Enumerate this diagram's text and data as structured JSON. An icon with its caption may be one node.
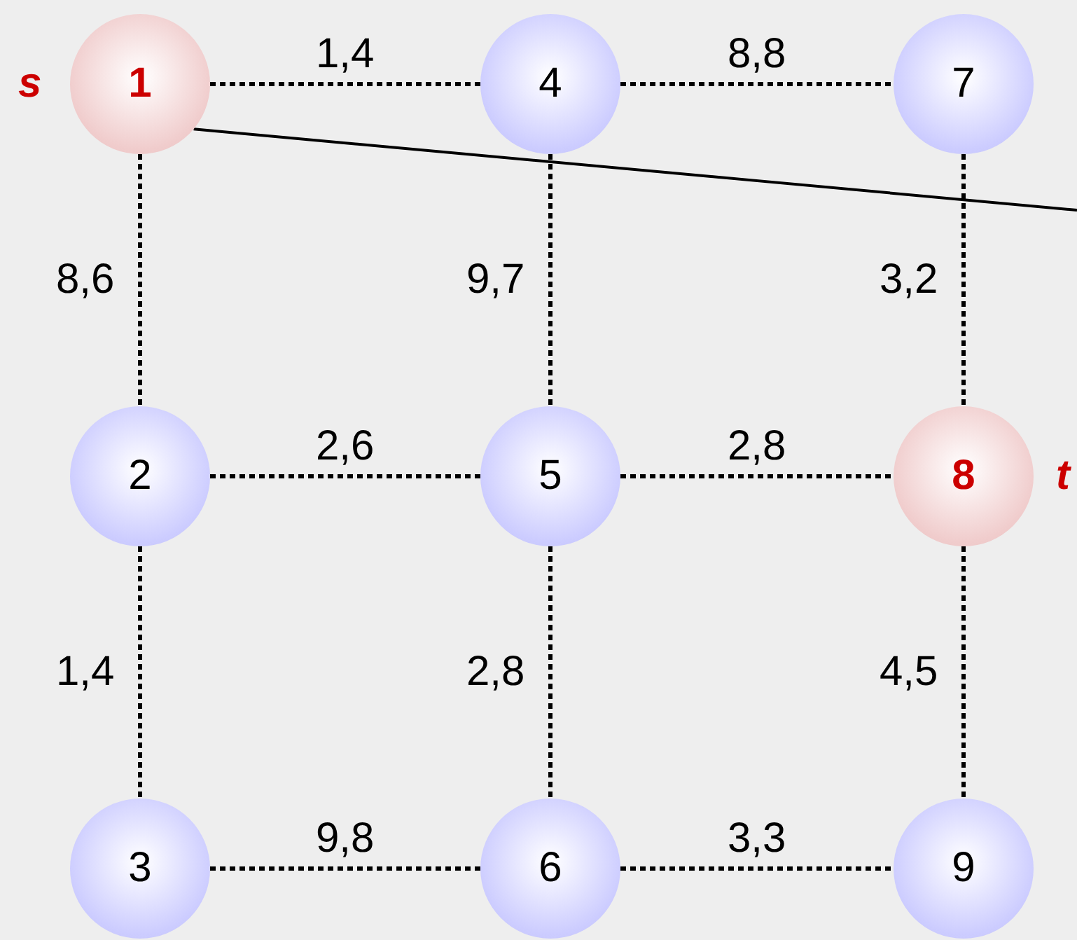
{
  "diagram": {
    "nodes": [
      {
        "text": [
          "1"
        ],
        "beside": [
          "s"
        ]
      },
      {
        "text": [
          "4"
        ]
      },
      {
        "text": [
          "7"
        ]
      },
      {
        "text": [
          "2"
        ]
      },
      {
        "text": [
          "5"
        ]
      },
      {
        "text": [
          "8"
        ],
        "beside": [
          "t"
        ]
      },
      {
        "text": [
          "3"
        ]
      },
      {
        "text": [
          "6"
        ]
      },
      {
        "text": [
          "9"
        ]
      }
    ],
    "edges": [
      {
        "from": 0,
        "to": 1,
        "arrow": "none",
        "label": "1,4",
        "style": "dashed"
      },
      {
        "from": 1,
        "to": 2,
        "arrow": "none",
        "label": "8,8",
        "style": "dashed"
      },
      {
        "from": 0,
        "to": 3,
        "arrow": "none",
        "label": "8,6",
        "style": "dashed"
      },
      {
        "from": 1,
        "to": 4,
        "arrow": "none",
        "label": "9,7",
        "style": "dashed"
      },
      {
        "from": 2,
        "to": 5,
        "arrow": "none",
        "label": "3,2",
        "style": "dashed"
      },
      {
        "from": 3,
        "to": 4,
        "arrow": "none",
        "label": "2,6",
        "style": "dashed"
      },
      {
        "from": 4,
        "to": 5,
        "arrow": "none",
        "label": "2,8",
        "style": "dashed"
      },
      {
        "from": 3,
        "to": 6,
        "arrow": "none",
        "label": "1,4",
        "style": "dashed"
      },
      {
        "from": 4,
        "to": 7,
        "arrow": "none",
        "label": "2,8",
        "style": "dashed"
      },
      {
        "from": 5,
        "to": 8,
        "arrow": "none",
        "label": "4,5",
        "style": "dashed"
      },
      {
        "from": 6,
        "to": 7,
        "arrow": "none",
        "label": "9,8",
        "style": "dashed"
      },
      {
        "from": 7,
        "to": 8,
        "arrow": "none",
        "label": "3,3",
        "style": "dashed"
      },
      {
        "from": 0,
        "to": null,
        "arrow": "none"
      }
    ]
  }
}
